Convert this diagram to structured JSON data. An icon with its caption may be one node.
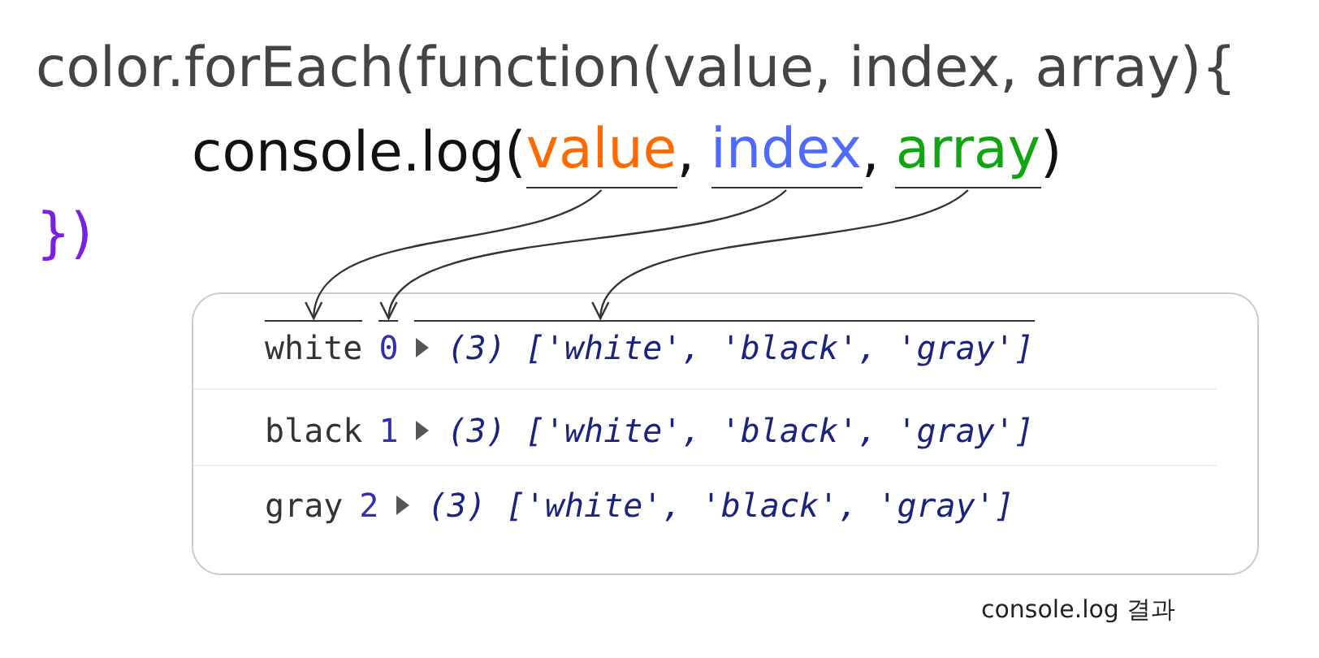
{
  "diagram": {
    "caption": "console.log 결과",
    "nodes": [
      {
        "text": [
          "value"
        ]
      },
      {
        "text": [
          "index"
        ]
      },
      {
        "text": [
          "array"
        ]
      },
      {
        "text": [],
        "shape": "box"
      },
      {
        "text": [
          "white"
        ],
        "in": 3
      },
      {
        "text": [
          "0"
        ],
        "in": 3
      },
      {
        "text": [
          "(3) ['white', 'black', 'gray']"
        ],
        "in": 3
      }
    ],
    "edges": [
      {
        "from": 0,
        "to": 4,
        "arrow": "to"
      },
      {
        "from": 1,
        "to": 5,
        "arrow": "to"
      },
      {
        "from": 2,
        "to": 6,
        "arrow": "to"
      }
    ],
    "labels": [
      "color.forEach(function(value, index, array){",
      "console.log(",
      ",",
      ",",
      ")",
      "})",
      "black",
      "1",
      "(3) ['white', 'black', 'gray']",
      "gray",
      "2",
      "(3) ['white', 'black', 'gray']"
    ]
  }
}
